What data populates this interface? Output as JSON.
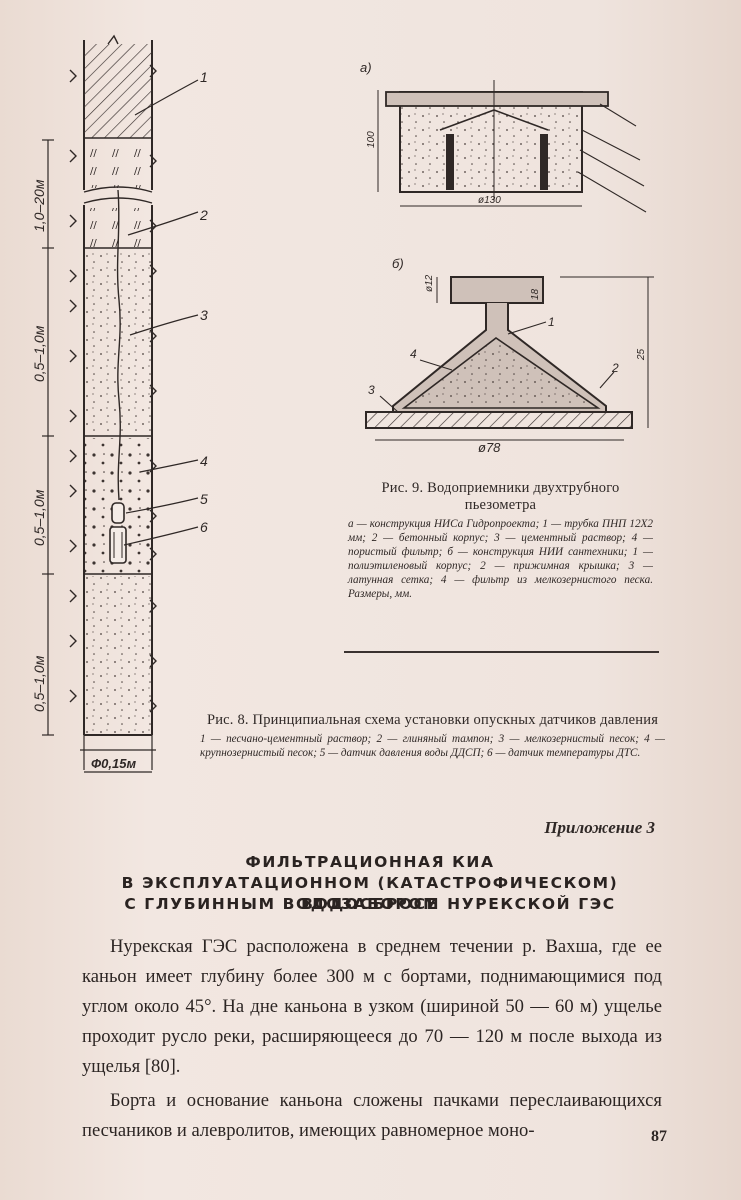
{
  "fig8": {
    "callouts": [
      "1",
      "2",
      "3",
      "4",
      "5",
      "6"
    ],
    "dims": [
      "1,0–20м",
      "0,5–1,0м",
      "0,5–1,0м",
      "0,5–1,0м"
    ],
    "diameter": "Ф0,15м",
    "caption_title": "Рис. 8. Принципиальная схема установки опускных датчиков давления",
    "caption_legend": "1 — песчано-цементный раствор; 2 — глиняный тампон; 3 — мелкозернистый песок; 4 — крупнозернистый песок; 5 — датчик давления воды ДДСП; 6 — датчик температуры ДТС."
  },
  "fig9": {
    "label_a": "а)",
    "label_b": "б)",
    "dim_a_width": "ø130",
    "dim_a_height": "100",
    "dim_b_width": "ø78",
    "dim_b_top": "ø12",
    "dim_b_neck": "18",
    "dim_b_height": "25",
    "callouts": [
      "1",
      "2",
      "3",
      "4"
    ],
    "caption_title": "Рис. 9. Водоприемники двухтрубного пьезометра",
    "caption_legend": "а — конструкция НИСа Гидропроекта; 1 — трубка ПНП 12Х2 мм; 2 — бетонный корпус; 3 — цементный раствор; 4 — пористый фильтр; б — конструкция НИИ сантехники; 1 — полиэтиленовый корпус; 2 — прижимная крышка; 3 — латунная сетка; 4 — фильтр из мелкозернистого песка. Размеры, мм."
  },
  "appendix": "Приложение 3",
  "title": [
    "ФИЛЬТРАЦИОННАЯ КИА",
    "В ЭКСПЛУАТАЦИОННОМ (КАТАСТРОФИЧЕСКОМ) ВОДОСБРОСЕ",
    "С ГЛУБИННЫМ ВОДОЗАБОРОМ НУРЕКСКОЙ ГЭС"
  ],
  "body": [
    "Нурекская ГЭС расположена в среднем течении р. Вахша, где ее каньон имеет глубину более 300 м с бортами, поднимающимися под углом около 45°. На дне каньона в узком (шириной 50 — 60 м) ущелье проходит русло реки, расширяющееся до 70 — 120 м после выхода из ущелья [80].",
    "Борта и основание каньона сложены пачками переслаивающихся песчаников и алевролитов, имеющих равномерное моно-"
  ],
  "page_number": "87"
}
